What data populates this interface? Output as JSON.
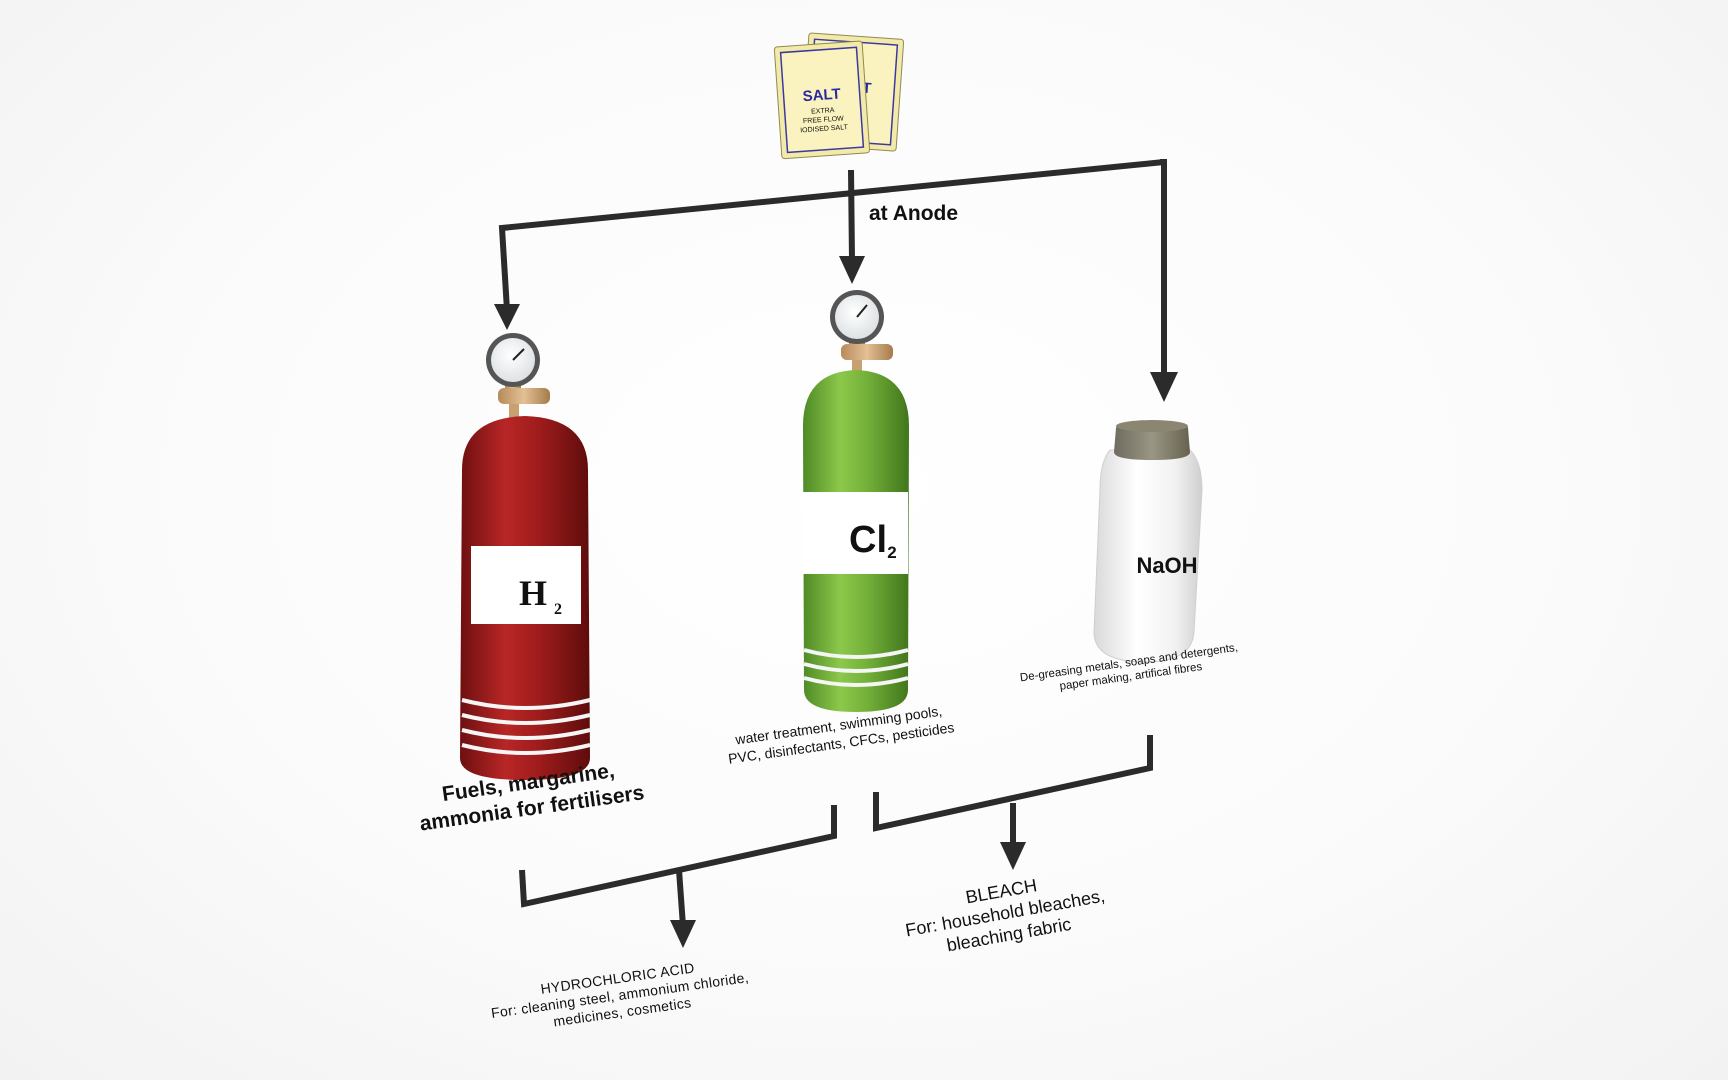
{
  "salt_packet": {
    "brand": "SALT",
    "line1": "EXTRA",
    "line2": "FREE FLOW",
    "line3": "IODISED SALT"
  },
  "flow_labels": {
    "anode": "at Anode"
  },
  "products": {
    "hydrogen": {
      "formula": "H",
      "subscript": "2",
      "uses_line1": "Fuels, margarine,",
      "uses_line2": "ammonia for fertilisers",
      "cylinder_color": "#a41d1d"
    },
    "chlorine": {
      "formula": "Cl",
      "subscript": "2",
      "uses_line1": "water treatment, swimming pools,",
      "uses_line2": "PVC, disinfectants, CFCs, pesticides",
      "cylinder_color": "#7ab43c"
    },
    "sodium_hydroxide": {
      "formula": "NaOH",
      "uses_line1": "De-greasing metals, soaps and detergents,",
      "uses_line2": "paper making, artifical fibres",
      "jar_color": "#f4f4f4"
    }
  },
  "derived": {
    "hydrochloric_acid": {
      "name": "HYDROCHLORIC ACID",
      "uses_line1": "For: cleaning steel, ammonium chloride,",
      "uses_line2": "medicines, cosmetics"
    },
    "bleach": {
      "name": "BLEACH",
      "uses_line1": "For: household bleaches,",
      "uses_line2": "bleaching fabric"
    }
  },
  "colors": {
    "arrow": "#2b2b2b"
  }
}
